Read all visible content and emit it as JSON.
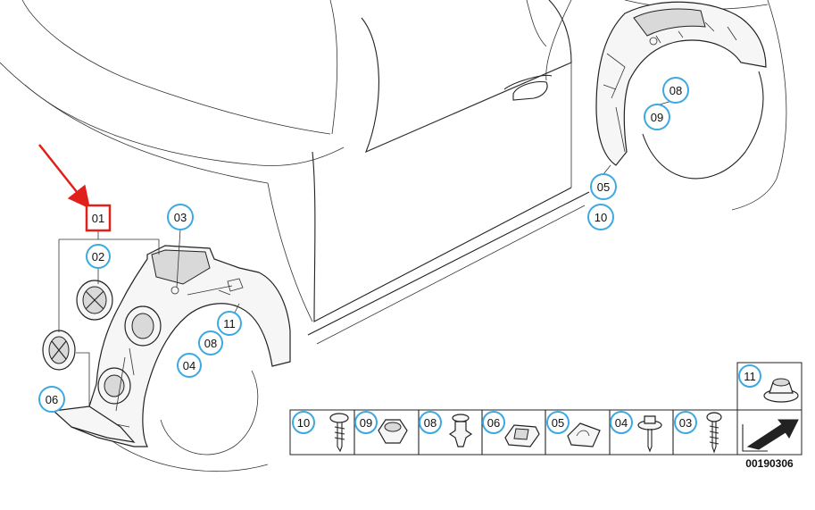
{
  "diagram": {
    "selected_part": "01",
    "parts_code": "00190306",
    "callouts": {
      "main_01": "01",
      "main_02": "02",
      "main_03": "03",
      "main_04": "04",
      "main_06": "06",
      "main_08": "08",
      "main_11": "11",
      "rear_08": "08",
      "rear_09": "09",
      "rear_05": "05",
      "rear_10": "10"
    },
    "hardware_table": [
      "10",
      "09",
      "08",
      "06",
      "05",
      "04",
      "03"
    ],
    "hardware_extra": "11",
    "colors": {
      "callout_ring": "#3ea9e0",
      "highlight": "#e0201b",
      "line": "#222222"
    },
    "icons": {
      "arrow": "red-pointer-arrow",
      "orientation": "direction-arrow-icon"
    }
  }
}
